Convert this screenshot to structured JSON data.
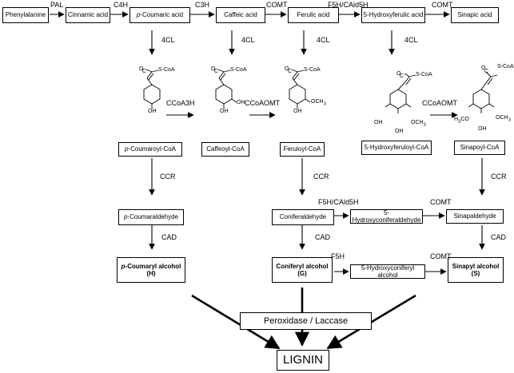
{
  "top_row": {
    "phenylalanine": "Phenylalanine",
    "cinnamic_acid": "Cinnamic acid",
    "p_prefix": "p",
    "p_coumaric_acid": "-Coumaric acid",
    "caffeic_acid": "Caffeic acid",
    "ferulic_acid": "Ferulic acid",
    "hydroxyferulic_acid": "5-Hydroxyferulic acid",
    "sinapic_acid": "Sinapic acid"
  },
  "enzymes": {
    "pal": "PAL",
    "c4h": "C4H",
    "c3h": "C3H",
    "comt": "COMT",
    "f5h_cald5h": "F5H/CAld5H",
    "four_cl": "4CL",
    "ccoa3h": "CCoA3H",
    "ccoaomt": "CCoAOMT",
    "ccr": "CCR",
    "cad": "CAD",
    "f5h": "F5H"
  },
  "coa_row": {
    "p_coumaroyl_coa": "-Coumaroyl-CoA",
    "caffeoyl_coa": "Caffeoyl-CoA",
    "feruloyl_coa": "Feruloyl-CoA",
    "hydroxyferuloyl_coa": "5-Hydroxyferuloyl-CoA",
    "sinapoyl_coa": "Sinapoyl-CoA"
  },
  "structure_labels": {
    "s_coa": "S-CoA",
    "c": "C",
    "o": "O",
    "oh": "OH",
    "och3": "OCH",
    "och3_sub": "3",
    "h3co_pre": "H",
    "h3co_sub": "3",
    "h3co_post": "CO"
  },
  "aldehyde_row": {
    "p_coumaraldehyde": "-Coumaraldehyde",
    "coniferaldehyde": "Coniferaldehyde",
    "hydroxyconiferaldehyde": "5-Hydroxyconiferaldehyde",
    "sinapaldehyde": "Sinapaldehyde"
  },
  "alcohol_row": {
    "p_coumaryl_alcohol": "-Coumaryl alcohol",
    "coniferyl_alcohol": "Coniferyl alcohol",
    "hydroxyconiferyl_alcohol": "5-Hydroxyconiferyl alcohol",
    "sinapyl_alcohol": "Sinapyl alcohol",
    "h_unit": "(H)",
    "g_unit": "(G)",
    "s_unit": "(S)"
  },
  "polymerization": {
    "peroxidase_laccase": "Peroxidase / Laccase",
    "lignin": "LIGNIN"
  }
}
